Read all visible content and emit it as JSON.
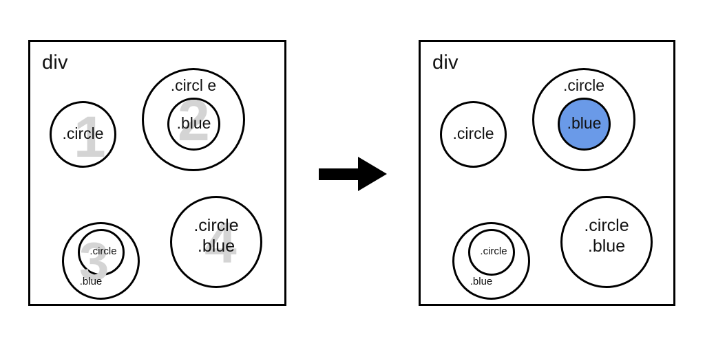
{
  "figure": {
    "title": "CSS nested .circle / .blue selector before-and-after diagram",
    "accent_blue": "#6a9ae8",
    "stroke": "#000000",
    "watermark_gray": "#d4d4d4"
  },
  "arrow": {
    "name": "right-arrow",
    "glyph": "→"
  },
  "panels": [
    {
      "id": "before",
      "container_label": "div",
      "shows_watermark_numbers": true,
      "items": [
        {
          "n": "1",
          "kind": "single",
          "outer_label": ".circle",
          "inner_label": "",
          "inner_filled": false
        },
        {
          "n": "2",
          "kind": "nested",
          "outer_label": ".circl e",
          "inner_label": ".blue",
          "inner_filled": false
        },
        {
          "n": "3",
          "kind": "nested-inverted",
          "outer_label": ".blue",
          "inner_label": ".circle",
          "inner_filled": false
        },
        {
          "n": "4",
          "kind": "double-class",
          "outer_label": ".circle\n.blue",
          "inner_label": "",
          "inner_filled": false
        }
      ]
    },
    {
      "id": "after",
      "container_label": "div",
      "shows_watermark_numbers": false,
      "items": [
        {
          "n": "1",
          "kind": "single",
          "outer_label": ".circle",
          "inner_label": "",
          "inner_filled": false
        },
        {
          "n": "2",
          "kind": "nested",
          "outer_label": ".circle",
          "inner_label": ".blue",
          "inner_filled": true
        },
        {
          "n": "3",
          "kind": "nested-inverted",
          "outer_label": ".blue",
          "inner_label": ".circle",
          "inner_filled": false
        },
        {
          "n": "4",
          "kind": "double-class",
          "outer_label": ".circle\n.blue",
          "inner_label": "",
          "inner_filled": false
        }
      ]
    }
  ]
}
